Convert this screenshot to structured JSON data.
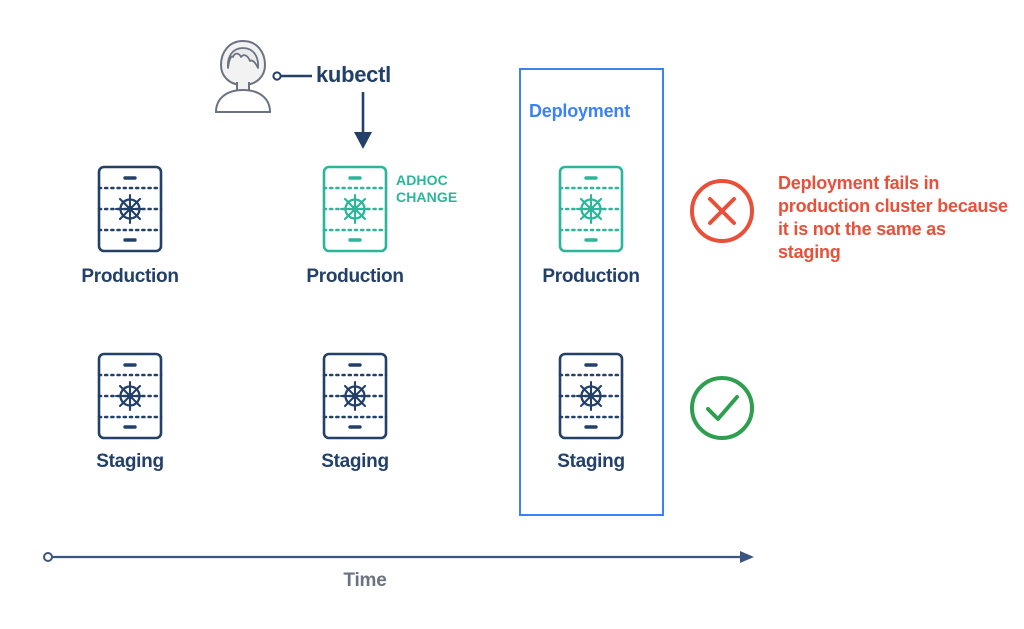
{
  "diagram": {
    "title_hidden": "",
    "actor": {
      "icon": "user-avatar-icon",
      "tool_label": "kubectl"
    },
    "deployment_box": {
      "label": "Deployment",
      "border_color": "#3b82f6"
    },
    "columns": [
      {
        "id": "col-1",
        "production": {
          "label": "Production",
          "state": "normal",
          "color": "#234069"
        },
        "staging": {
          "label": "Staging",
          "state": "normal",
          "color": "#234069"
        }
      },
      {
        "id": "col-2",
        "production": {
          "label": "Production",
          "state": "changed",
          "color": "#2bb699",
          "annotation": "ADHOC\nCHANGE",
          "annotation_line1": "ADHOC",
          "annotation_line2": "CHANGE"
        },
        "staging": {
          "label": "Staging",
          "state": "normal",
          "color": "#234069"
        }
      },
      {
        "id": "col-3",
        "production": {
          "label": "Production",
          "state": "changed",
          "color": "#2bb699"
        },
        "staging": {
          "label": "Staging",
          "state": "normal",
          "color": "#234069"
        }
      }
    ],
    "status": {
      "failure": {
        "icon": "circle-x-icon",
        "color": "#e8503a",
        "message": "Deployment fails in production cluster because it is not the same as staging"
      },
      "success": {
        "icon": "circle-check-icon",
        "color": "#2e9e4f"
      }
    },
    "axis": {
      "label": "Time",
      "color": "#6b7280",
      "line_color": "#3c5580"
    }
  },
  "colors": {
    "navy": "#234069",
    "teal": "#2bb699",
    "blue": "#3b82f6",
    "red": "#e8503a",
    "green": "#2e9e4f",
    "gray": "#6b7280"
  }
}
